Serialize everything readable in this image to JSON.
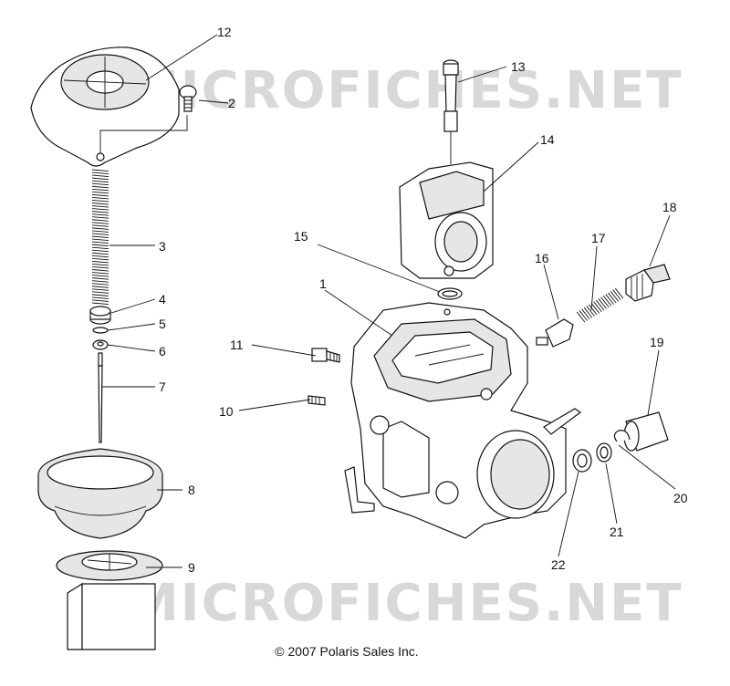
{
  "watermark": "MICROFICHES.NET",
  "copyright": "© 2007 Polaris Sales Inc.",
  "callouts": [
    "1",
    "2",
    "3",
    "4",
    "5",
    "6",
    "7",
    "8",
    "9",
    "10",
    "11",
    "12",
    "13",
    "14",
    "15",
    "16",
    "17",
    "18",
    "19",
    "20",
    "21",
    "22"
  ]
}
